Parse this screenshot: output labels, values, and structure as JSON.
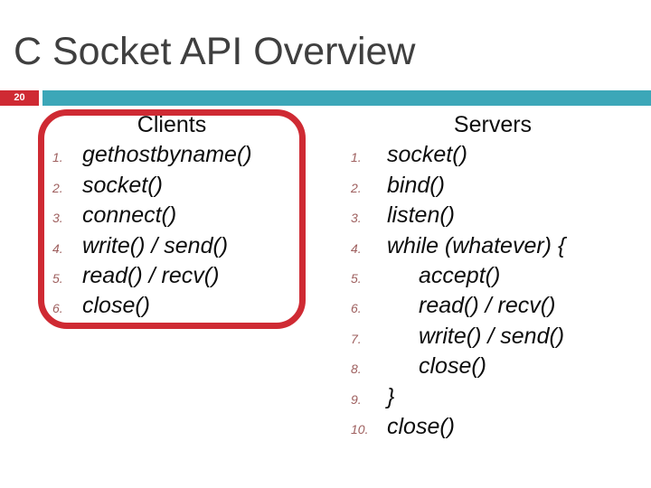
{
  "slide": {
    "title": "C Socket API Overview",
    "page_number": "20"
  },
  "colors": {
    "accent_teal": "#3ca7b8",
    "accent_red": "#cf2a33",
    "number": "#9e5f5e",
    "title": "#3f3f3f"
  },
  "clients": {
    "heading": "Clients",
    "items": [
      {
        "num": "1.",
        "text": "gethostbyname()",
        "indent": false
      },
      {
        "num": "2.",
        "text": "socket()",
        "indent": false
      },
      {
        "num": "3.",
        "text": "connect()",
        "indent": false
      },
      {
        "num": "4.",
        "text": "write() / send()",
        "indent": false
      },
      {
        "num": "5.",
        "text": "read() / recv()",
        "indent": false
      },
      {
        "num": "6.",
        "text": "close()",
        "indent": false
      }
    ]
  },
  "servers": {
    "heading": "Servers",
    "items": [
      {
        "num": "1.",
        "text": "socket()",
        "indent": false
      },
      {
        "num": "2.",
        "text": "bind()",
        "indent": false
      },
      {
        "num": "3.",
        "text": "listen()",
        "indent": false
      },
      {
        "num": "4.",
        "text": "while (whatever) {",
        "indent": false
      },
      {
        "num": "5.",
        "text": "accept()",
        "indent": true
      },
      {
        "num": "6.",
        "text": "read() / recv()",
        "indent": true
      },
      {
        "num": "7.",
        "text": "write() / send()",
        "indent": true
      },
      {
        "num": "8.",
        "text": "close()",
        "indent": true
      },
      {
        "num": "9.",
        "text": "}",
        "indent": false
      },
      {
        "num": "10.",
        "text": "close()",
        "indent": false
      }
    ]
  }
}
